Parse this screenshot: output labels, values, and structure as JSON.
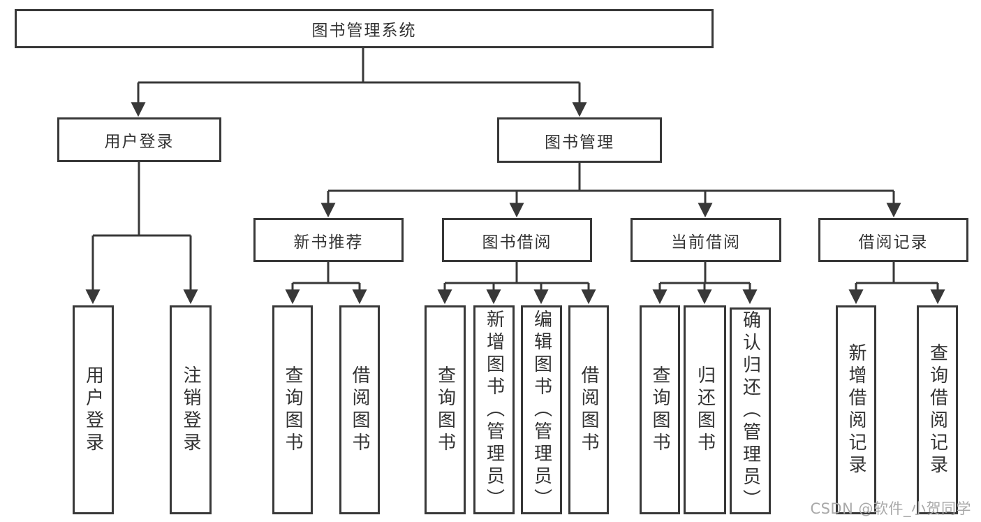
{
  "watermark": "CSDN @软件_小贺同学",
  "colors": {
    "line": "#383838",
    "text": "#333333",
    "watermark": "#a9a9a9",
    "background": "#ffffff"
  },
  "tree": {
    "label": "图书管理系统",
    "children": [
      {
        "label": "用户登录",
        "children": [
          {
            "label": "用户登录"
          },
          {
            "label": "注销登录"
          }
        ]
      },
      {
        "label": "图书管理",
        "children": [
          {
            "label": "新书推荐",
            "children": [
              {
                "label": "查询图书"
              },
              {
                "label": "借阅图书"
              }
            ]
          },
          {
            "label": "图书借阅",
            "children": [
              {
                "label": "查询图书"
              },
              {
                "label": "新增图书（管理员）"
              },
              {
                "label": "编辑图书（管理员）"
              },
              {
                "label": "借阅图书"
              }
            ]
          },
          {
            "label": "当前借阅",
            "children": [
              {
                "label": "查询图书"
              },
              {
                "label": "归还图书"
              },
              {
                "label": "确认归还（管理员）"
              }
            ]
          },
          {
            "label": "借阅记录",
            "children": [
              {
                "label": "新增借阅记录"
              },
              {
                "label": "查询借阅记录"
              }
            ]
          }
        ]
      }
    ]
  }
}
